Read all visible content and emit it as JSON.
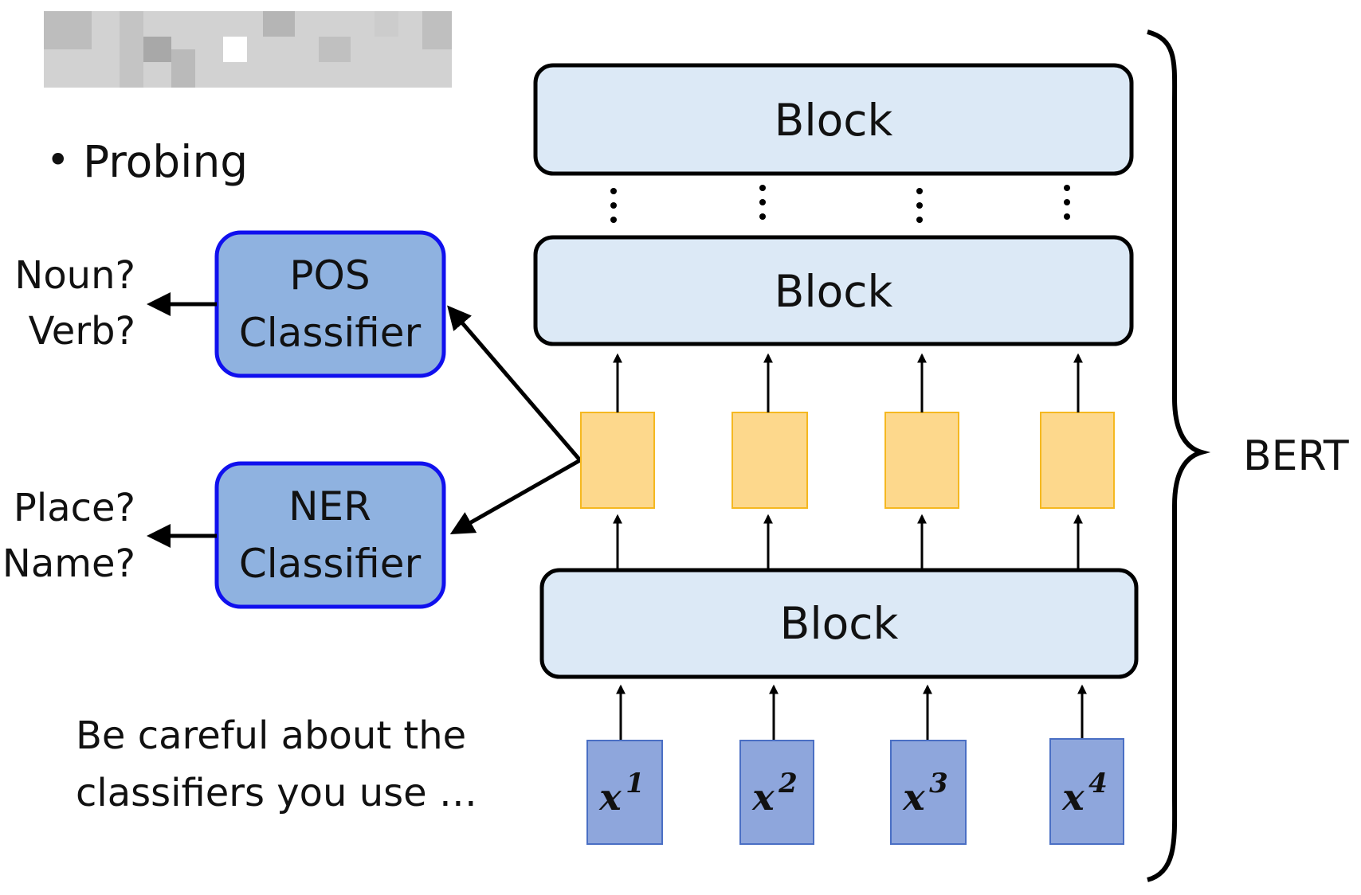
{
  "bullet": {
    "symbol": "•",
    "text": "Probing"
  },
  "classifiers": {
    "pos": {
      "line1": "POS",
      "line2": "Classifier",
      "out1": "Noun?",
      "out2": "Verb?"
    },
    "ner": {
      "line1": "NER",
      "line2": "Classifier",
      "out1": "Place?",
      "out2": "Name?"
    }
  },
  "blocks": {
    "top": "Block",
    "middle": "Block",
    "bottom": "Block"
  },
  "inputs": [
    {
      "base": "x",
      "sup": "1"
    },
    {
      "base": "x",
      "sup": "2"
    },
    {
      "base": "x",
      "sup": "3"
    },
    {
      "base": "x",
      "sup": "4"
    }
  ],
  "bert_label": "BERT",
  "note": {
    "line1": "Be careful about the",
    "line2": "classifiers you use …"
  },
  "colors": {
    "block_fill": "#dce9f6",
    "classifier_fill": "#8fb2e0",
    "classifier_border": "#1010ee",
    "embedding_fill": "#fdd88c",
    "embedding_border": "#f5b820",
    "input_fill": "#8ea6dc",
    "input_border": "#4a6fc4",
    "logo_blur": "#c8c8c8"
  },
  "icons": {
    "dots": "vertical-ellipsis-icon",
    "arrow": "arrow-icon",
    "brace": "right-brace-icon"
  }
}
